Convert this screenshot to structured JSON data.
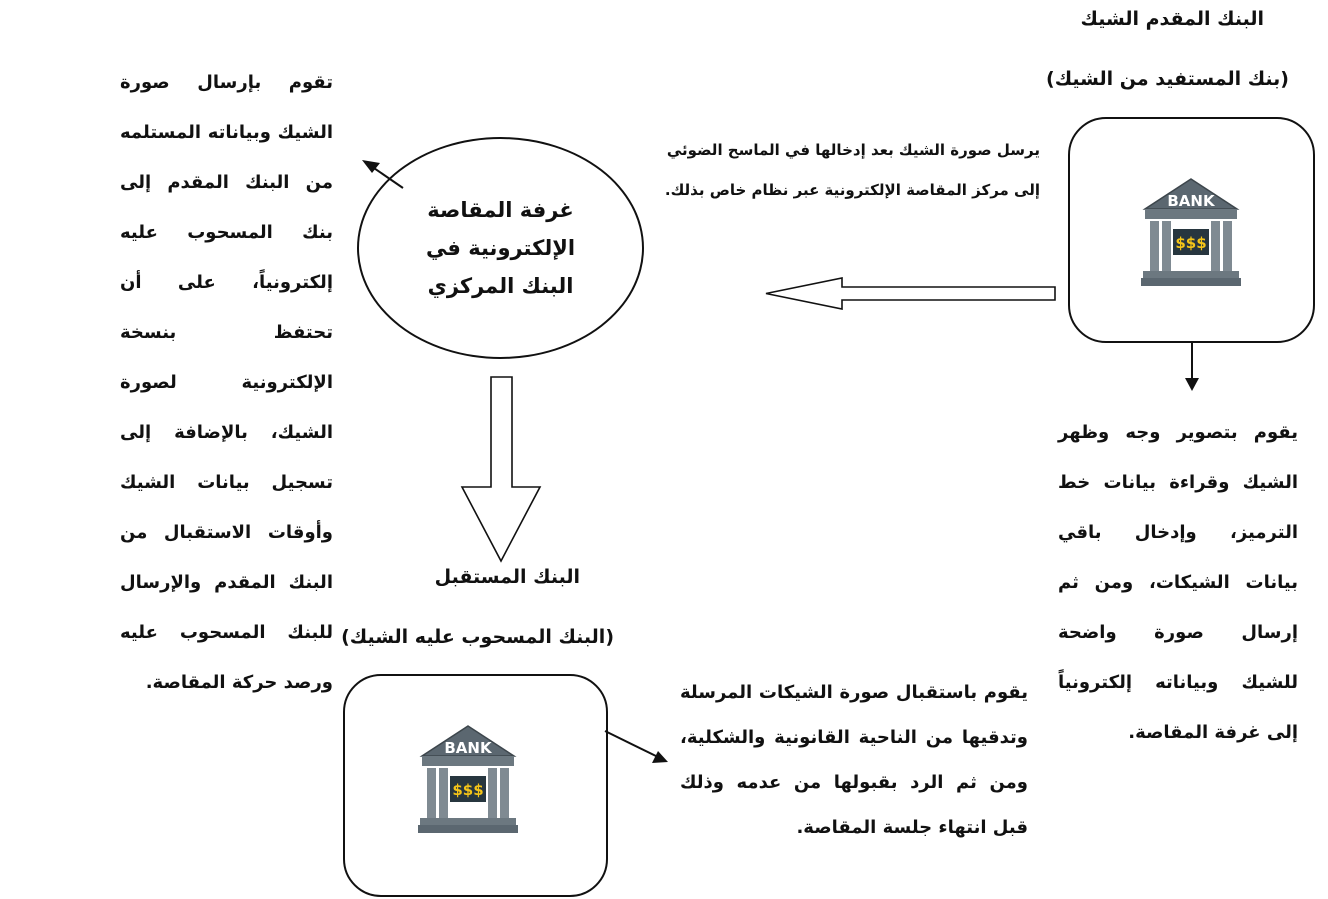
{
  "sender_bank": {
    "title": "البنك المقدم الشيك",
    "subtitle": "(بنك المستفيد من الشيك)",
    "send_text": "يرسل صورة الشيك بعد إدخالها في الماسح الضوئي إلى مركز المقاصة الإلكترونية عبر نظام خاص بذلك.",
    "process_text": "يقوم بتصوير وجه وظهر الشيك وقراءة بيانات خط الترميز، وإدخال باقي بيانات الشيكات، ومن ثم إرسال صورة واضحة للشيك وبياناته إلكترونياً إلى غرفة المقاصة.",
    "icon_label": "BANK",
    "icon_money": "$$$"
  },
  "clearing_room": {
    "label": "غرفة المقاصة الإلكترونية في البنك المركزي",
    "description": "تقوم بإرسال صورة الشيك وبياناته المستلمه من البنك المقدم إلى بنك المسحوب عليه إلكترونياً، على أن تحتفظ بنسخة الإلكترونية لصورة الشيك، بالإضافة إلى تسجيل بيانات الشيك وأوقات الاستقبال من البنك المقدم والإرسال للبنك المسحوب عليه ورصد حركة المقاصة."
  },
  "receiver_bank": {
    "title": "البنك المستقبل",
    "subtitle": "(البنك المسحوب عليه الشيك)",
    "receive_text": "يقوم باستقبال صورة الشيكات المرسلة وتدقيها من الناحية القانونية والشكلية، ومن ثم الرد بقبولها من عدمه وذلك قبل انتهاء جلسة المقاصة.",
    "icon_label": "BANK",
    "icon_money": "$$$"
  },
  "colors": {
    "ink": "#111111",
    "bank_roof": "#5b6770",
    "bank_body": "#7f8a92",
    "bank_sign": "#27363f",
    "bank_money": "#f5c518"
  }
}
